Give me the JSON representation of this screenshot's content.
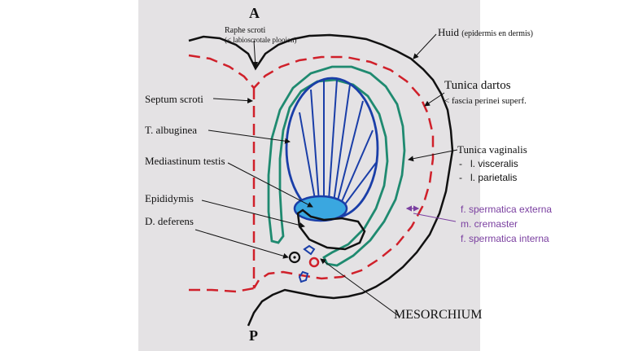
{
  "orientation": {
    "anterior": "A",
    "posterior": "P"
  },
  "labels": {
    "raphe_scroti": "Raphe scroti",
    "raphe_origin": "(< labioscrotale plooien)",
    "huid": "Huid",
    "huid_detail": "(epidermis en dermis)",
    "tunica_dartos": "Tunica dartos",
    "fascia_perinei": "< fascia perinei superf.",
    "septum_scroti": "Septum scroti",
    "t_albuginea": "T. albuginea",
    "mediastinum_testis": "Mediastinum testis",
    "epididymis": "Epididymis",
    "d_deferens": "D. deferens",
    "tunica_vaginalis": "Tunica vaginalis",
    "l_visceralis": "l. visceralis",
    "l_parietalis": "l. parietalis",
    "bullet": "-",
    "mesorchium": "MESORCHIUM"
  },
  "spermatic_layers": [
    "f. spermatica externa",
    "m. cremaster",
    "f. spermatica interna"
  ],
  "colors": {
    "background_panel": "#e4e2e4",
    "skin_outline": "#111111",
    "dartos_dashed": "#d0202a",
    "tunica_vaginalis": "#1f8a70",
    "testis": "#1a3ea8",
    "mediastinum_fill": "#3aa7e0",
    "epididymis": "#111111",
    "artery": "#d0202a",
    "vein": "#1a3ea8",
    "purple_text": "#7a3fa0"
  }
}
